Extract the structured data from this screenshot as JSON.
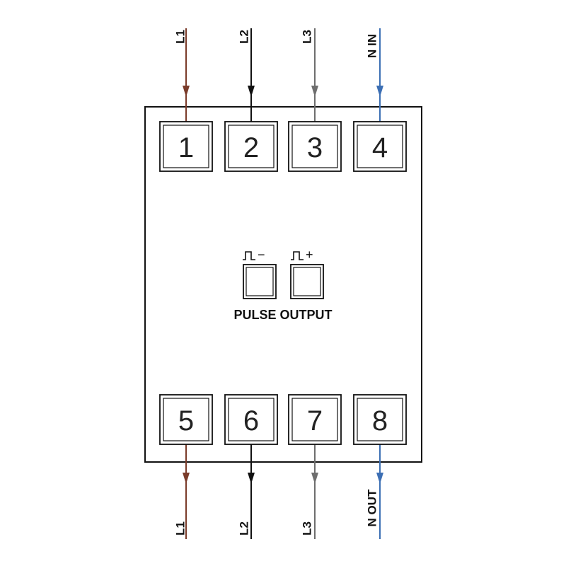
{
  "colors": {
    "L1": "#7a3b2a",
    "L2": "#111111",
    "L3": "#6e6e6e",
    "N": "#3c6fb4"
  },
  "top_terminals": [
    {
      "number": "1",
      "wire": "L1",
      "label": "L1"
    },
    {
      "number": "2",
      "wire": "L2",
      "label": "L2"
    },
    {
      "number": "3",
      "wire": "L3",
      "label": "L3"
    },
    {
      "number": "4",
      "wire": "N",
      "label": "N IN"
    }
  ],
  "bottom_terminals": [
    {
      "number": "5",
      "wire": "L1",
      "label": "L1"
    },
    {
      "number": "6",
      "wire": "L2",
      "label": "L2"
    },
    {
      "number": "7",
      "wire": "L3",
      "label": "L3"
    },
    {
      "number": "8",
      "wire": "N",
      "label": "N OUT"
    }
  ],
  "pulse": {
    "minus_sign": "−",
    "plus_sign": "+",
    "label": "PULSE OUTPUT"
  }
}
